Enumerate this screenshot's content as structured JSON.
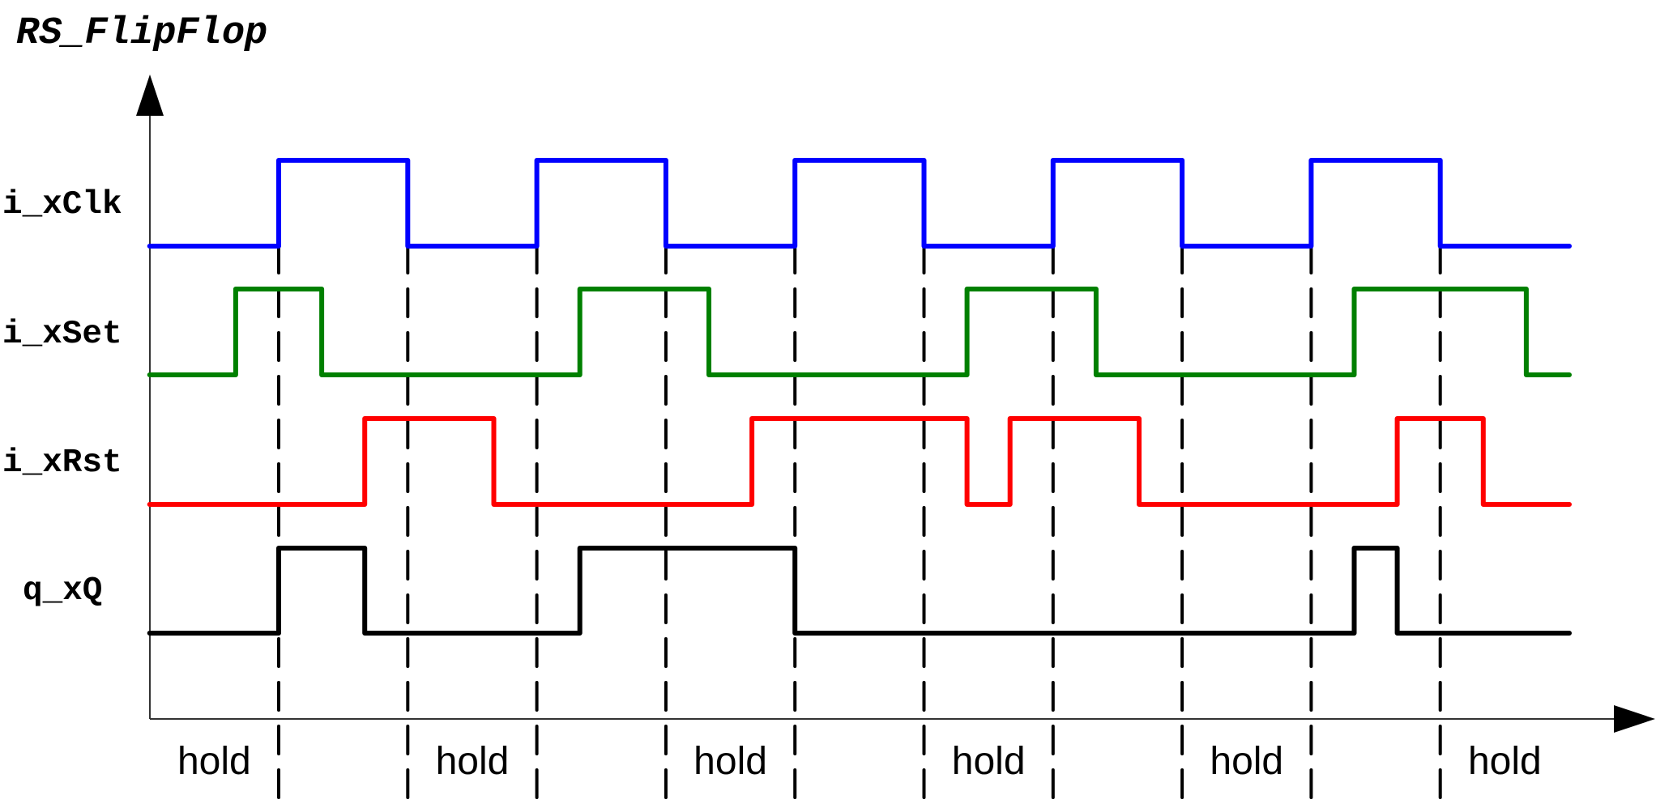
{
  "title": "RS_FlipFlop",
  "colors": {
    "clk": "#0000ff",
    "set": "#008000",
    "rst": "#ff0000",
    "q": "#000000",
    "axis": "#333333",
    "grid": "#000000"
  },
  "chart_data": {
    "type": "timing-diagram",
    "title": "RS_FlipFlop",
    "time_unit_note": "time measured in thirds of a clock half-period; t=0 is first rising clock edge",
    "time_range": [
      -3,
      30
    ],
    "signals": [
      {
        "name": "i_xClk",
        "key": "clk",
        "color": "#0000ff",
        "transitions": [
          [
            -3,
            0
          ],
          [
            0,
            1
          ],
          [
            3,
            0
          ],
          [
            6,
            1
          ],
          [
            9,
            0
          ],
          [
            12,
            1
          ],
          [
            15,
            0
          ],
          [
            18,
            1
          ],
          [
            21,
            0
          ],
          [
            24,
            1
          ],
          [
            27,
            0
          ]
        ]
      },
      {
        "name": "i_xSet",
        "key": "set",
        "color": "#008000",
        "transitions": [
          [
            -3,
            0
          ],
          [
            -1,
            1
          ],
          [
            1,
            0
          ],
          [
            7,
            1
          ],
          [
            10,
            0
          ],
          [
            16,
            1
          ],
          [
            19,
            0
          ],
          [
            25,
            1
          ],
          [
            29,
            0
          ]
        ]
      },
      {
        "name": "i_xRst",
        "key": "rst",
        "color": "#ff0000",
        "transitions": [
          [
            -3,
            0
          ],
          [
            2,
            1
          ],
          [
            5,
            0
          ],
          [
            11,
            1
          ],
          [
            16,
            0
          ],
          [
            17,
            1
          ],
          [
            20,
            0
          ],
          [
            26,
            1
          ],
          [
            28,
            0
          ]
        ]
      },
      {
        "name": "q_xQ",
        "key": "q",
        "color": "#000000",
        "transitions": [
          [
            -3,
            0
          ],
          [
            0,
            1
          ],
          [
            2,
            0
          ],
          [
            7,
            1
          ],
          [
            12,
            0
          ],
          [
            25,
            1
          ],
          [
            26,
            0
          ]
        ]
      }
    ],
    "clock_edges": [
      0,
      3,
      6,
      9,
      12,
      15,
      18,
      21,
      24,
      27
    ],
    "annotations": [
      {
        "text": "hold",
        "from": -3,
        "to": 0
      },
      {
        "text": "hold",
        "from": 3,
        "to": 6
      },
      {
        "text": "hold",
        "from": 9,
        "to": 12
      },
      {
        "text": "hold",
        "from": 15,
        "to": 18
      },
      {
        "text": "hold",
        "from": 21,
        "to": 24
      },
      {
        "text": "hold",
        "from": 27,
        "to": 30
      }
    ],
    "axes": {
      "x_arrow": true,
      "y_arrow": true,
      "xlabel": "",
      "ylabel": ""
    }
  },
  "labels": {
    "clk": "i_xClk",
    "set": "i_xSet",
    "rst": "i_xRst",
    "q": "q_xQ",
    "hold": "hold"
  }
}
